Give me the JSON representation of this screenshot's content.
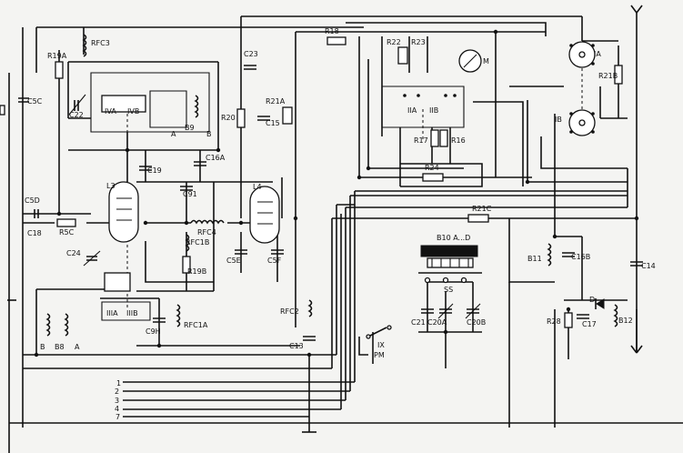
{
  "components": {
    "rfc3": "RFC3",
    "r19a": "R19A",
    "c5c": "C5C",
    "c22": "C22",
    "iva": "IVA",
    "ivb": "IVB",
    "b9": "B9",
    "b9_a": "A",
    "b9_b": "B",
    "c23": "C23",
    "r20": "R20",
    "r21a": "R21A",
    "c15": "C15",
    "c19": "C19",
    "c16a": "C16A",
    "c91": "C91",
    "l3": "L3",
    "l4": "L4",
    "c5d": "C5D",
    "c18": "C18",
    "r5c": "R5C",
    "rfc4": "RFC4",
    "rfc1b": "RFC1B",
    "r19b": "R19B",
    "c5e": "C5E",
    "c5f": "C5F",
    "c24": "C24",
    "iiia": "IIIA",
    "iiib": "IIIB",
    "c9h": "C9H",
    "rfc1a": "RFC1A",
    "b8": "B8",
    "b8_b": "B",
    "b8_a": "A",
    "rfc2": "RFC2",
    "c13": "C13",
    "r18": "R18",
    "r22": "R22",
    "r23": "R23",
    "meter": "M",
    "iia": "IIA",
    "iib": "IIB",
    "r17": "R17",
    "r16": "R16",
    "r24": "R24",
    "r21c": "R21C",
    "b10": "B10 A...D",
    "ss": "SS",
    "c21": "C21",
    "c20a": "C20A",
    "c20b": "C20B",
    "ix": "IX",
    "pm": "PM",
    "ia": "IA",
    "ib": "IB",
    "r21b": "R21B",
    "b11": "B11",
    "c16b": "C16B",
    "c14": "C14",
    "d": "D",
    "r28": "R28",
    "c17": "C17",
    "b12": "B12"
  },
  "connector_pins": [
    "1",
    "2",
    "3",
    "4",
    "7"
  ]
}
